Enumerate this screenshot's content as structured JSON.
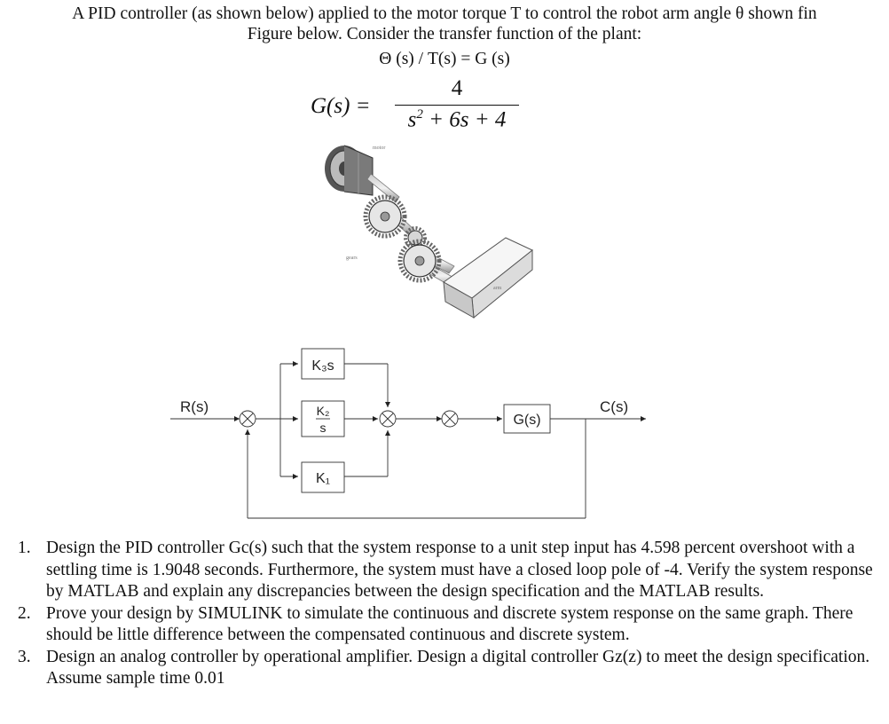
{
  "problem": {
    "intro_line1": "A PID controller (as shown below) applied to the motor torque T to control the robot arm angle θ shown fin",
    "intro_line2": "Figure below. Consider the transfer function of the plant:",
    "transfer_eq": "Θ (s) / T(s) = G (s)",
    "gs_lhs": "G(s) =",
    "gs_num": "4",
    "gs_den_a": "s",
    "gs_den_exp": "2",
    "gs_den_b": " + 6s + 4"
  },
  "figure_labels": {
    "motor_tag": "motor",
    "gear_tag": "gears",
    "arm_tag": "arm"
  },
  "block_diagram": {
    "input": "R(s)",
    "output": "C(s)",
    "derivative_block": "K₃s",
    "integral_num": "K₂",
    "integral_den": "s",
    "proportional_block": "K₁",
    "plant_block": "G(s)"
  },
  "questions": [
    {
      "number": "1.",
      "text": "Design the PID controller Gc(s) such that the system response to a unit step input has 4.598 percent overshoot with a settling time is 1.9048 seconds. Furthermore, the system must have a closed loop pole of -4. Verify the system response by MATLAB and explain any discrepancies between the design specification and the MATLAB results."
    },
    {
      "number": "2.",
      "text": "Prove your design by SIMULINK to simulate the continuous and discrete system response on the same graph. There should be little difference between the compensated continuous and discrete system."
    },
    {
      "number": "3.",
      "text": "Design an analog controller by operational amplifier. Design a digital controller Gz(z) to meet the design specification. Assume sample time 0.01"
    }
  ]
}
